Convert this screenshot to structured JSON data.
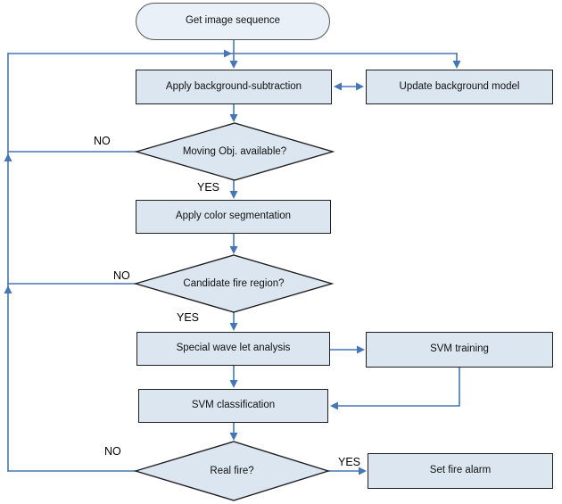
{
  "diagram": {
    "type": "flowchart",
    "nodes": [
      {
        "id": "start",
        "type": "terminator",
        "label": "Get image sequence"
      },
      {
        "id": "apply-bg",
        "type": "process",
        "label": "Apply background-subtraction"
      },
      {
        "id": "update-bg",
        "type": "process",
        "label": "Update background model"
      },
      {
        "id": "moving-obj",
        "type": "decision",
        "label": "Moving Obj. available?"
      },
      {
        "id": "color-seg",
        "type": "process",
        "label": "Apply color segmentation"
      },
      {
        "id": "candidate",
        "type": "decision",
        "label": "Candidate fire region?"
      },
      {
        "id": "wavelet",
        "type": "process",
        "label": "Special wave let analysis"
      },
      {
        "id": "svm-training",
        "type": "process",
        "label": "SVM training"
      },
      {
        "id": "svm-class",
        "type": "process",
        "label": "SVM classification"
      },
      {
        "id": "real-fire",
        "type": "decision",
        "label": "Real fire?"
      },
      {
        "id": "set-alarm",
        "type": "process",
        "label": "Set fire alarm"
      }
    ],
    "branches": {
      "moving_obj": {
        "no": "NO",
        "yes": "YES"
      },
      "candidate": {
        "no": "NO",
        "yes": "YES"
      },
      "real_fire": {
        "no": "NO",
        "yes": "YES"
      }
    },
    "edges": [
      {
        "from": "start",
        "to": "apply-bg"
      },
      {
        "from": "start",
        "to": "update-bg"
      },
      {
        "from": "apply-bg",
        "to": "update-bg",
        "style": "bidirectional"
      },
      {
        "from": "apply-bg",
        "to": "moving-obj"
      },
      {
        "from": "moving-obj",
        "to": "color-seg",
        "label": "YES"
      },
      {
        "from": "moving-obj",
        "to": "apply-bg",
        "label": "NO"
      },
      {
        "from": "color-seg",
        "to": "candidate"
      },
      {
        "from": "candidate",
        "to": "wavelet",
        "label": "YES"
      },
      {
        "from": "candidate",
        "to": "apply-bg",
        "label": "NO"
      },
      {
        "from": "wavelet",
        "to": "svm-training"
      },
      {
        "from": "svm-training",
        "to": "svm-class"
      },
      {
        "from": "wavelet",
        "to": "svm-class"
      },
      {
        "from": "svm-class",
        "to": "real-fire"
      },
      {
        "from": "real-fire",
        "to": "set-alarm",
        "label": "YES"
      },
      {
        "from": "real-fire",
        "to": "apply-bg",
        "label": "NO"
      }
    ],
    "colors": {
      "connector": "#4576b6",
      "node_fill": "#dce6f1",
      "start_fill": "#eaf0f8",
      "node_border": "#1f1f1f"
    }
  }
}
